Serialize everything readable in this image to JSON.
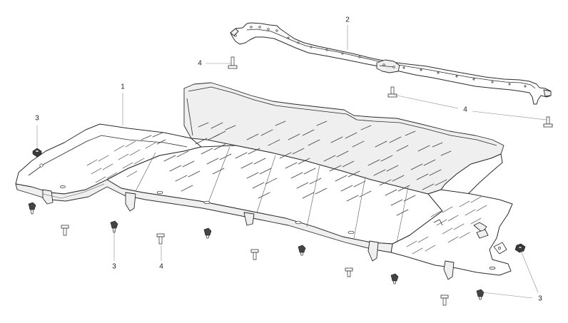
{
  "callouts": {
    "shield": "1",
    "bracket": "2",
    "nut_upper_left": "3",
    "nut_lower_left": "3",
    "nut_lower_right": "3",
    "bolt_upper": "4",
    "bolt_right": "4",
    "bolt_lower": "4"
  }
}
